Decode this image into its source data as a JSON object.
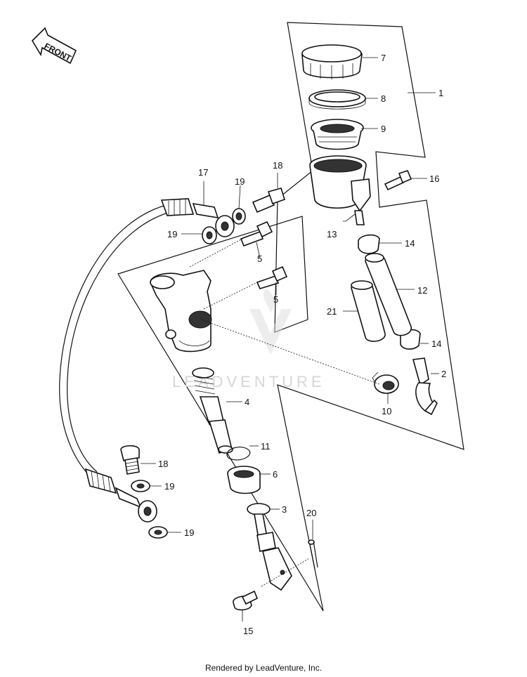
{
  "front_arrow": {
    "label": "FRONT",
    "icon": "front-arrow-icon"
  },
  "watermark": {
    "text": "LEADVENTURE",
    "icon": "leadventure-logo-icon"
  },
  "callouts": {
    "c1": "1",
    "c2": "2",
    "c3": "3",
    "c4": "4",
    "c5a": "5",
    "c5b": "5",
    "c6": "6",
    "c7": "7",
    "c8": "8",
    "c9": "9",
    "c10": "10",
    "c11": "11",
    "c12": "12",
    "c13": "13",
    "c14a": "14",
    "c14b": "14",
    "c15": "15",
    "c16": "16",
    "c17": "17",
    "c18a": "18",
    "c18b": "18",
    "c19a": "19",
    "c19b": "19",
    "c19c": "19",
    "c19d": "19",
    "c20": "20",
    "c21": "21"
  },
  "footer": {
    "text": "Rendered by LeadVenture, Inc."
  }
}
